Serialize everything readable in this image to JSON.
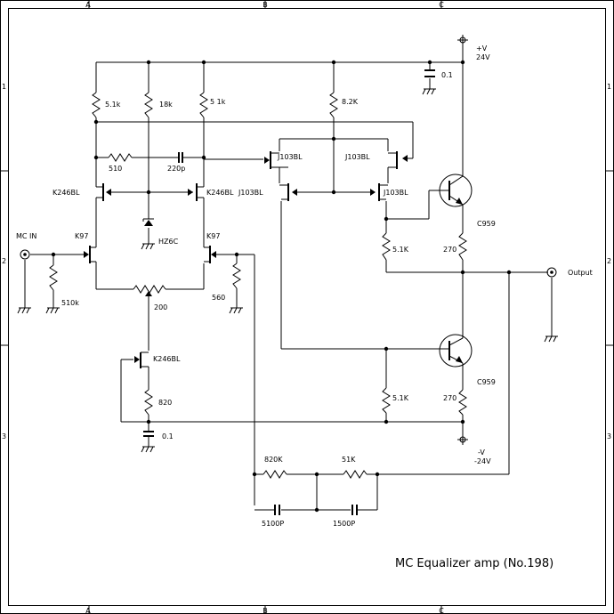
{
  "title": "MC Equalizer amp (No.198)",
  "grid": {
    "columns": [
      "A",
      "B",
      "C"
    ],
    "rows": [
      "1",
      "2",
      "3"
    ]
  },
  "power": {
    "positive_label": "+V",
    "positive_value": "24V",
    "negative_label": "-V",
    "negative_value": "-24V"
  },
  "ports": {
    "input": "MC IN",
    "output": "Output"
  },
  "resistors": {
    "r_top_left": "5.1k",
    "r_top_mid": "18k",
    "r_top_right": "5 1k",
    "r_top_j": "8.2K",
    "r_series": "510",
    "r_in": "510k",
    "r_560": "560",
    "r_vr": "200",
    "r_820": "820",
    "r_51k_up": "5.1K",
    "r_270_up": "270",
    "r_51k_dn": "5.1K",
    "r_270_dn": "270",
    "r_820k": "820K",
    "r_51k_fb": "51K"
  },
  "capacitors": {
    "c_220p": "220p",
    "c_top": "0.1",
    "c_bottom": "0.1",
    "c_5100p": "5100P",
    "c_1500p": "1500P"
  },
  "semiconductors": {
    "k246_left": "K246BL",
    "k246_right": "K246BL",
    "k97_left": "K97",
    "k97_right": "K97",
    "zener": "HZ6C",
    "j103_tl": "J103BL",
    "j103_tr": "J103BL",
    "j103_bl": "J103BL",
    "j103_br": "J103BL",
    "k246_ccs": "K246BL",
    "c959_up": "C959",
    "c959_dn": "C959"
  }
}
